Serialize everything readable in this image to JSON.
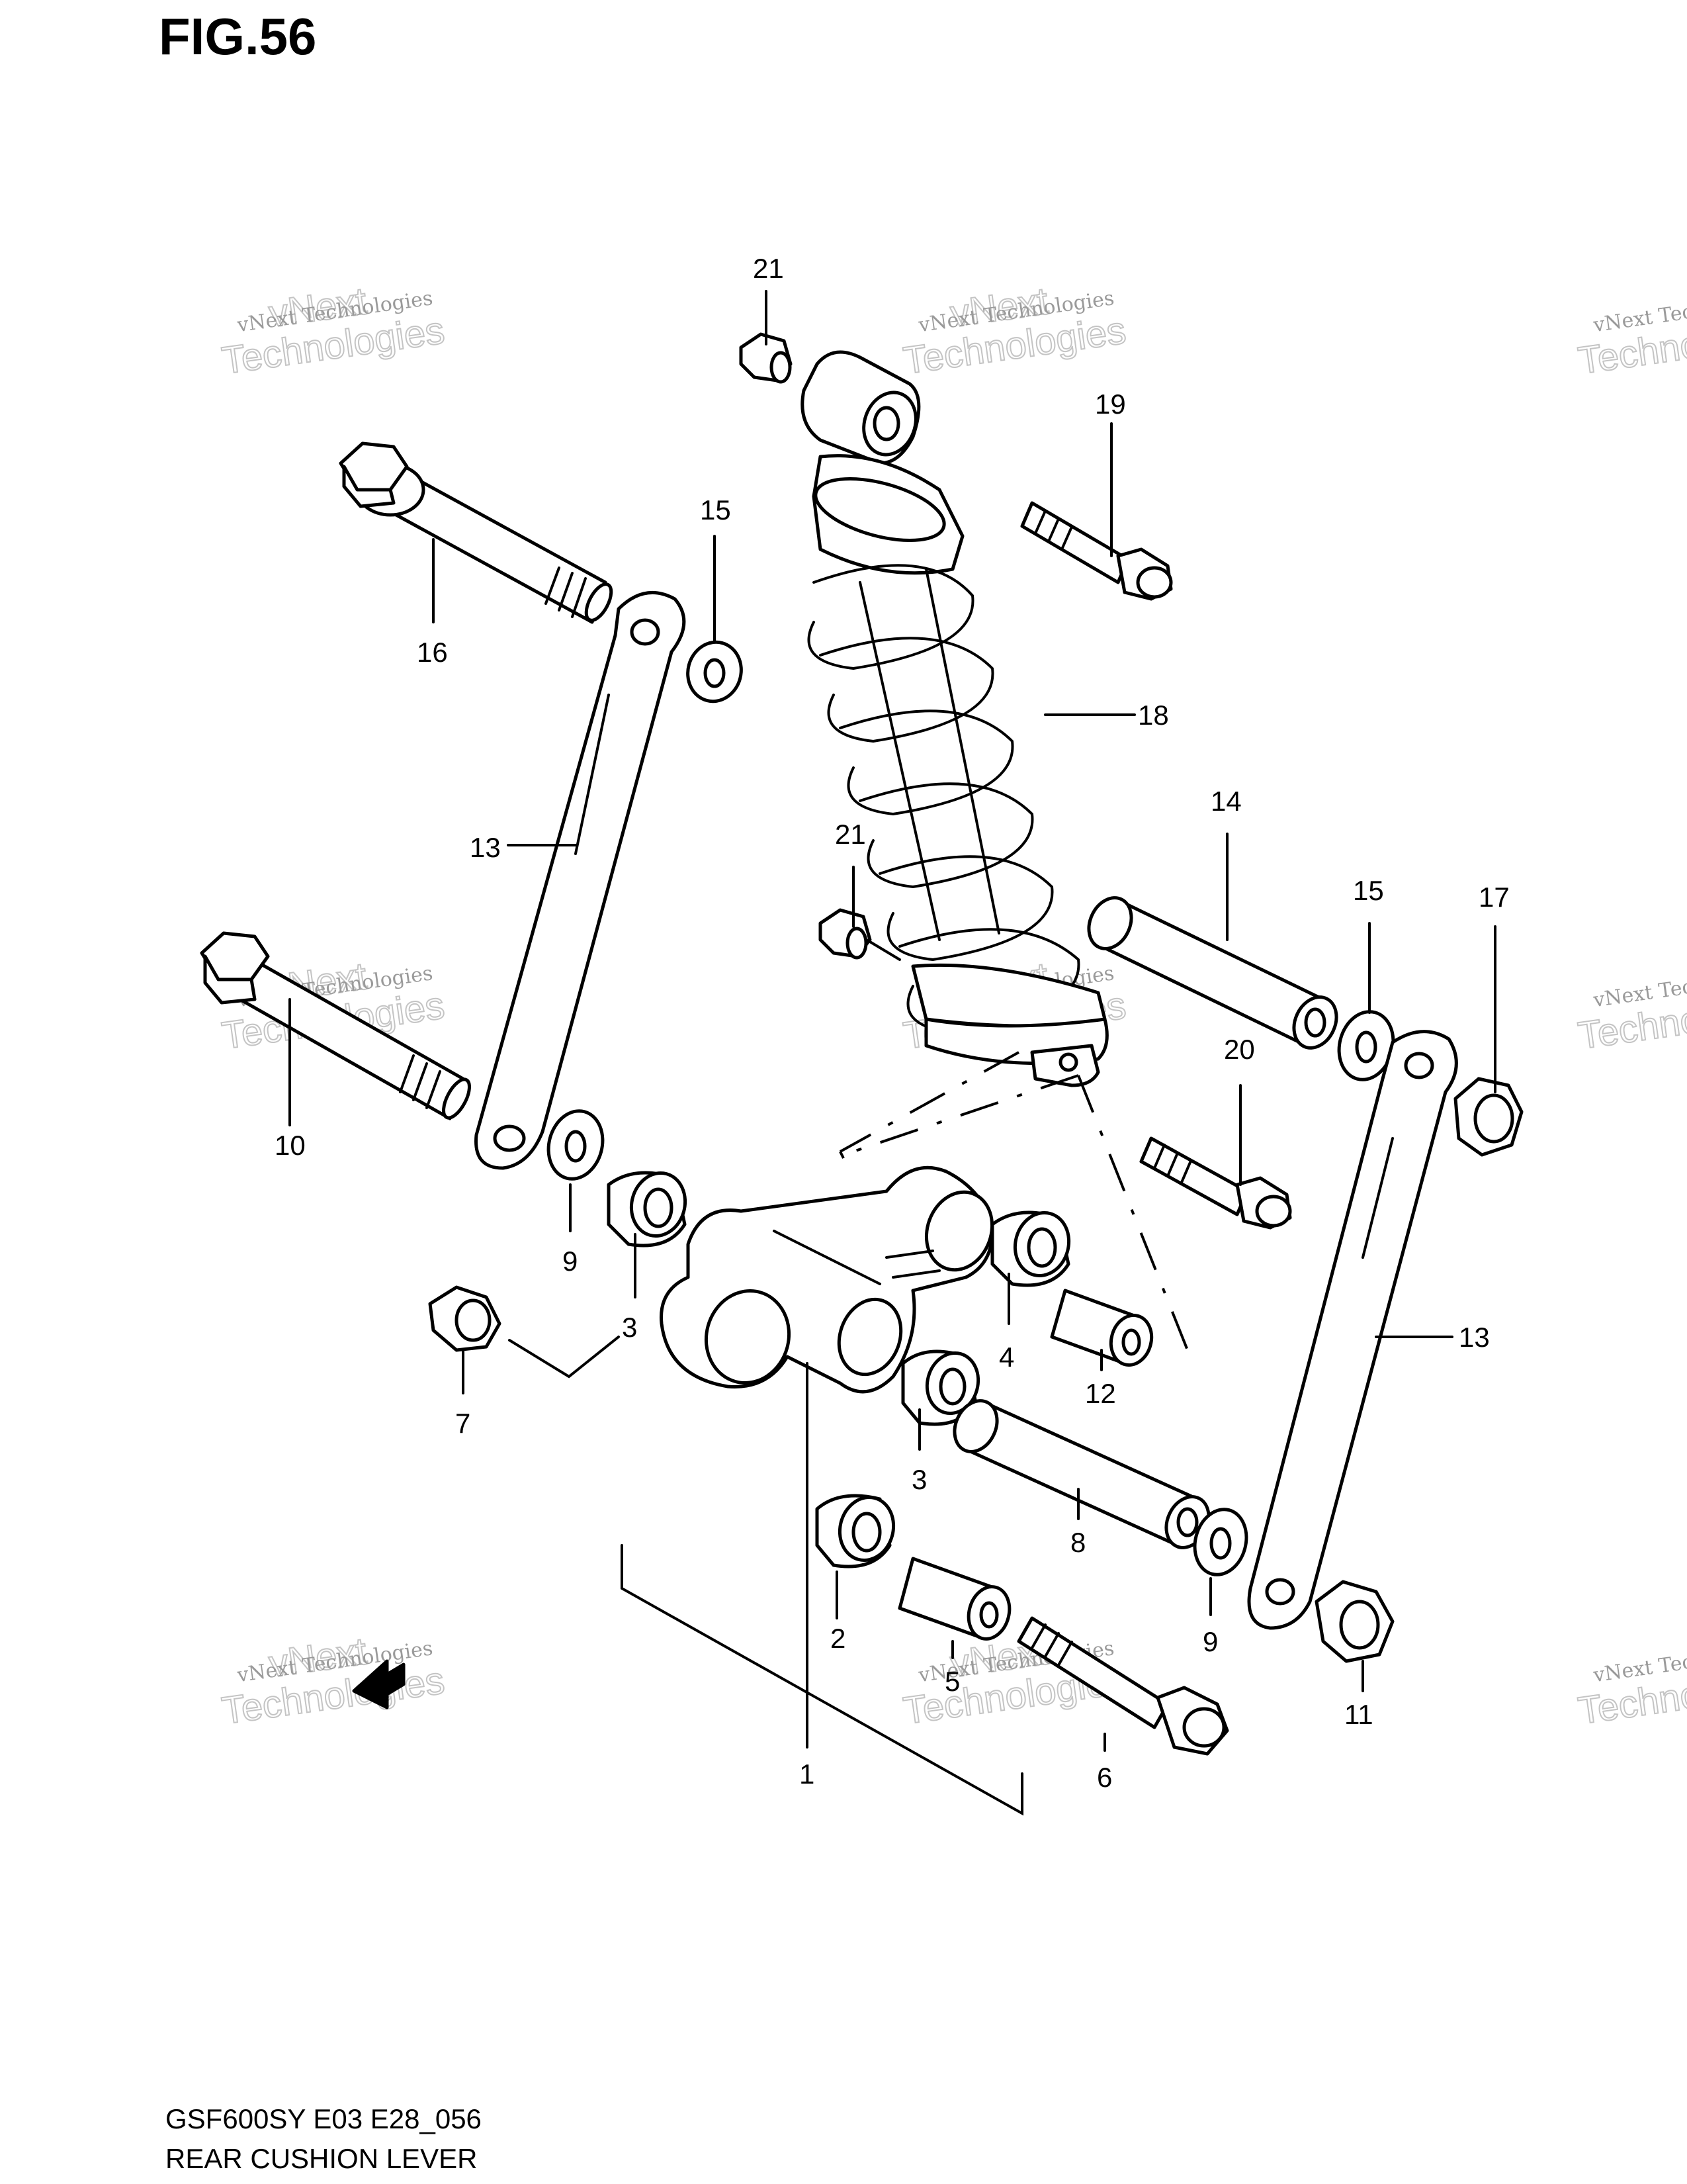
{
  "figure": {
    "title": "FIG.56",
    "code": "GSF600SY E03 E28_056",
    "name": "REAR CUSHION LEVER"
  },
  "watermark": {
    "line1": "vNext Technologies",
    "line2": "Technologies",
    "line3": "vNext"
  },
  "colors": {
    "ink": "#000000",
    "watermark": "#9a9a9a",
    "background": "#ffffff"
  },
  "callouts": {
    "c1": "1",
    "c2": "2",
    "c3a": "3",
    "c3b": "3",
    "c4": "4",
    "c5": "5",
    "c6": "6",
    "c7": "7",
    "c8": "8",
    "c9a": "9",
    "c9b": "9",
    "c10": "10",
    "c11": "11",
    "c12": "12",
    "c13a": "13",
    "c13b": "13",
    "c14": "14",
    "c15a": "15",
    "c15b": "15",
    "c16": "16",
    "c17": "17",
    "c18": "18",
    "c19": "19",
    "c20": "20",
    "c21a": "21",
    "c21b": "21"
  },
  "icons": {
    "fwd": "fwd-arrow-icon"
  }
}
